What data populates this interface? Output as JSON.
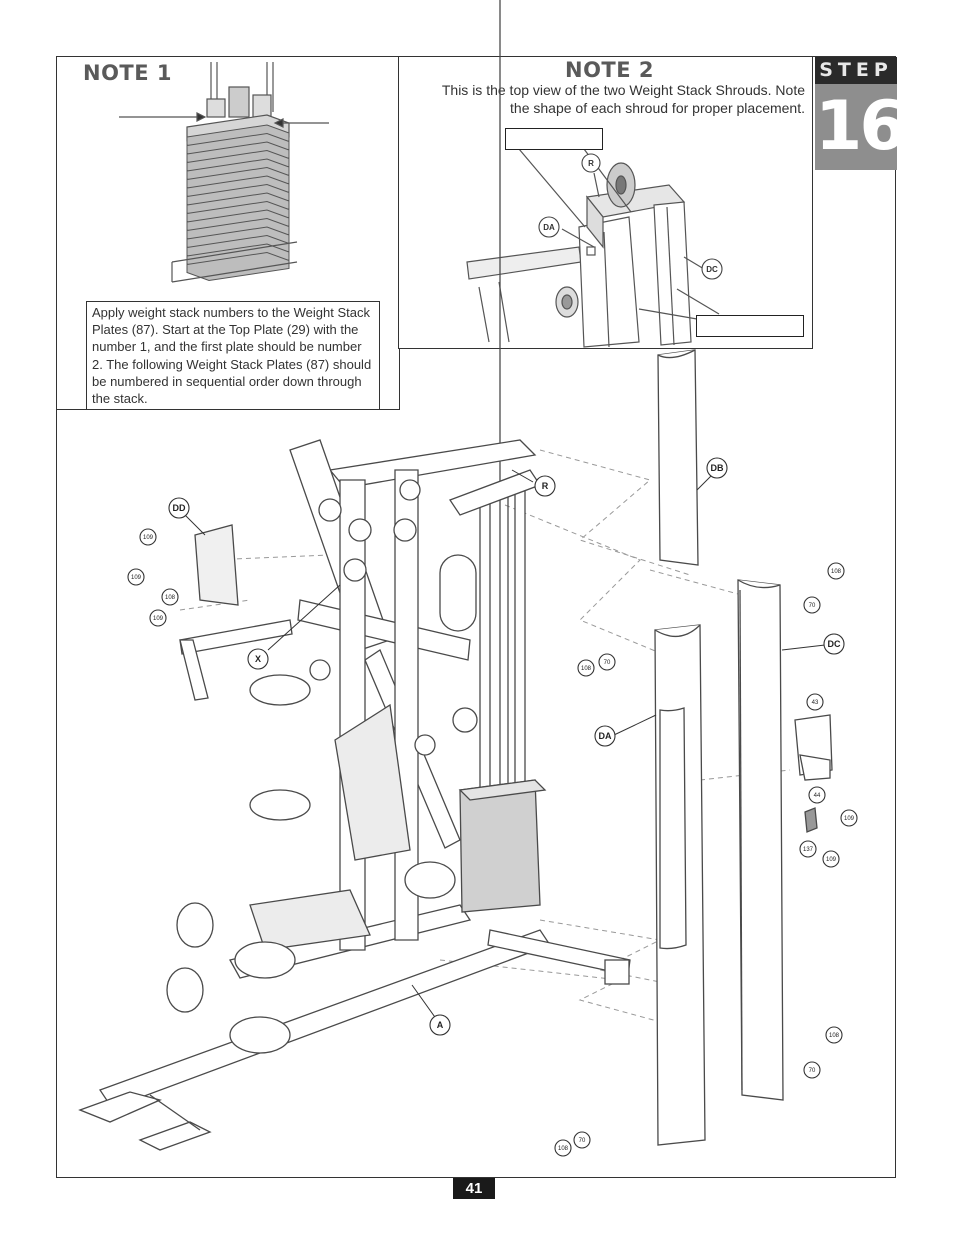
{
  "note1": {
    "title": "NOTE 1",
    "text": "Apply weight stack numbers to the Weight Stack Plates (87). Start at the Top Plate (29) with the number 1, and the first plate should be number 2. The following Weight Stack Plates (87) should be numbered in sequential order down through the stack."
  },
  "note2": {
    "title": "NOTE 2",
    "text": "This is the top view of the two Weight Stack Shrouds. Note the shape of each shroud for proper placement.",
    "callouts": {
      "r": "R",
      "da": "DA",
      "dc": "DC"
    }
  },
  "step": {
    "label": "STEP",
    "number": "16"
  },
  "diagram": {
    "callouts": {
      "dd": "DD",
      "x": "X",
      "r": "R",
      "a": "A",
      "db": "DB",
      "dc": "DC",
      "da": "DA",
      "p109a": "109",
      "p109b": "109",
      "p108a": "108",
      "p109c": "109",
      "p108b": "108",
      "p70b": "70",
      "p108c": "108",
      "p70c": "70",
      "p43": "43",
      "p44": "44",
      "p109d": "109",
      "p137": "137",
      "p109e": "109",
      "p108d": "108",
      "p70d": "70",
      "p108e": "108",
      "p70e": "70"
    }
  },
  "page_number": "41"
}
